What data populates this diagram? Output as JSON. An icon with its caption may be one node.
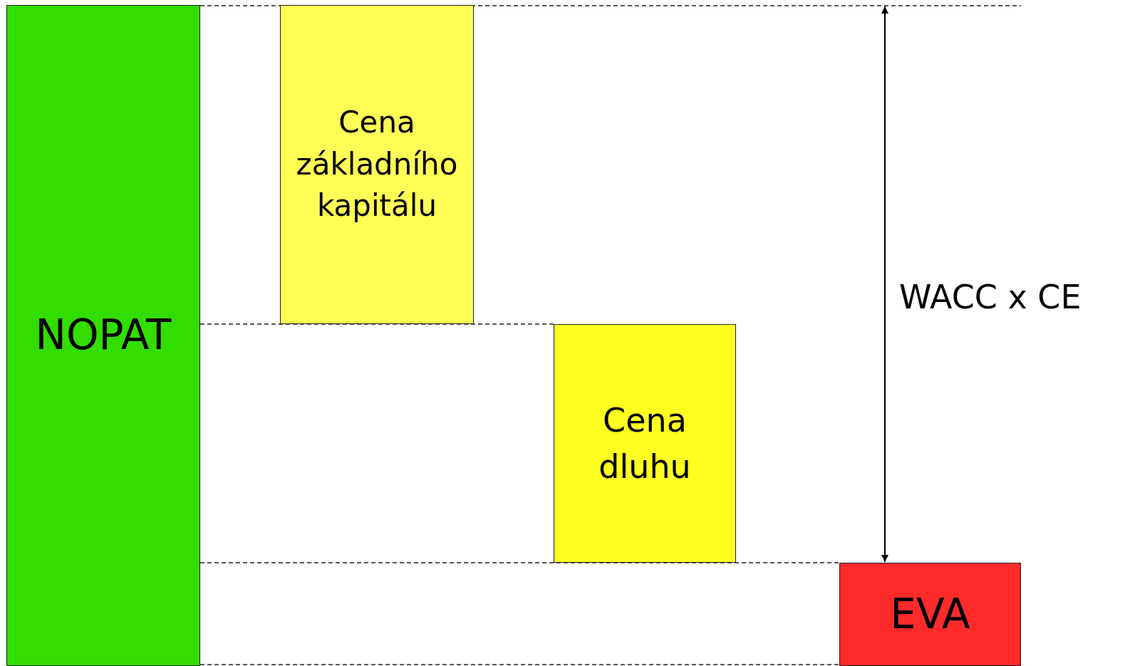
{
  "diagram": {
    "nodes": [
      {
        "text": [
          "NOPAT"
        ]
      },
      {
        "text": [
          "Cena základního kapitálu"
        ]
      },
      {
        "text": [
          "Cena dluhu"
        ]
      },
      {
        "text": [
          "EVA"
        ]
      }
    ],
    "labels": [
      "WACC x CE"
    ]
  }
}
